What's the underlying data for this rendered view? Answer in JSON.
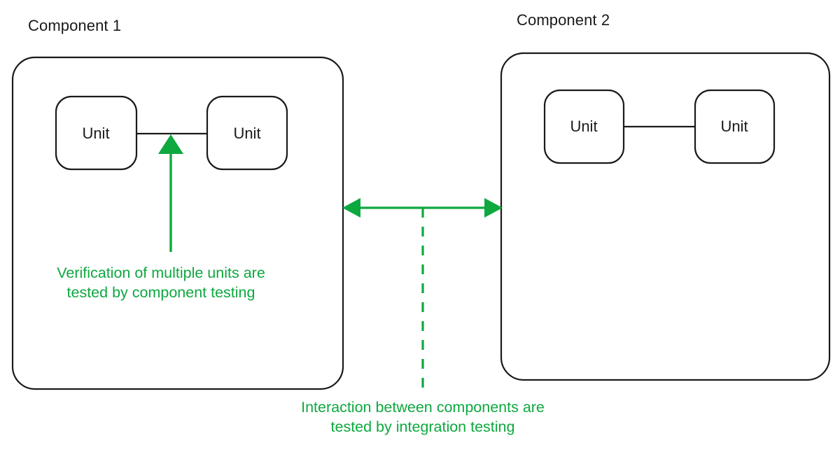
{
  "diagram": {
    "title_component_1": "Component 1",
    "title_component_2": "Component 2",
    "unit_label": "Unit",
    "units": {
      "c1_left": "Unit",
      "c1_right": "Unit",
      "c2_left": "Unit",
      "c2_right": "Unit"
    },
    "annotations": {
      "component_testing": "Verification of multiple units are\ntested by component testing",
      "integration_testing": "Interaction between components are\ntested by integration testing"
    },
    "colors": {
      "accent_green": "#0da83f",
      "outline_black": "#1a1a1a",
      "background": "#ffffff"
    },
    "connectors": {
      "c1_unit_link": "solid-line",
      "c2_unit_link": "solid-line",
      "component_testing_pointer": "green-up-arrow",
      "integration_pointer": "green-double-arrow",
      "integration_dashed_leader": "green-dashed-line"
    }
  }
}
